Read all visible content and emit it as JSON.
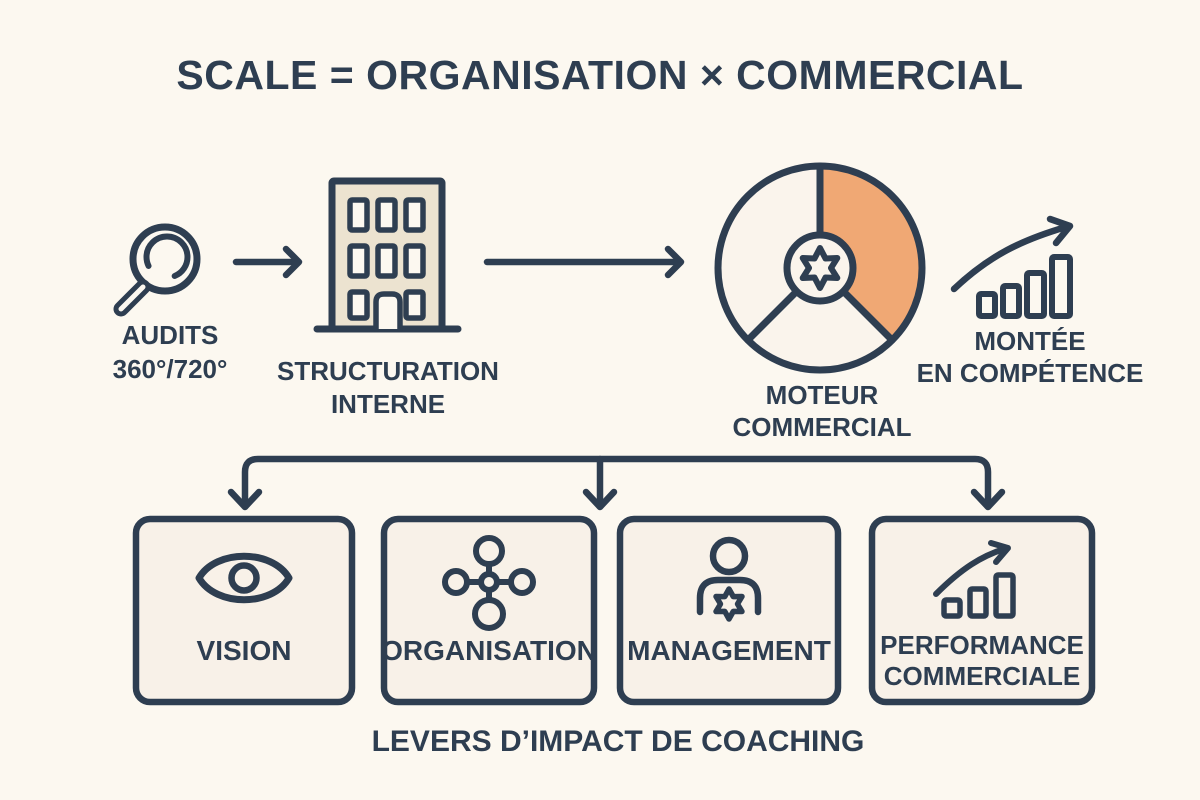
{
  "title": "SCALE = ORGANISATION × COMMERCIAL",
  "flow": [
    {
      "line1": "AUDITS",
      "line2": "360°/720°",
      "icon": "magnifier-icon"
    },
    {
      "line1": "STRUCTURATION",
      "line2": "INTERNE",
      "icon": "building-icon"
    },
    {
      "line1": "MOTEUR",
      "line2": "COMMERCIAL",
      "icon": "pie-wheel-gear-icon"
    },
    {
      "line1": "MONTÉE",
      "line2": "EN COMPÉTENCE",
      "icon": "rising-bars-arrow-icon"
    }
  ],
  "levers": [
    {
      "line1": "VISION",
      "line2": "",
      "icon": "eye-icon"
    },
    {
      "line1": "ORGANISATION",
      "line2": "",
      "icon": "network-cross-icon"
    },
    {
      "line1": "MANAGEMENT",
      "line2": "",
      "icon": "person-gear-icon"
    },
    {
      "line1": "PERFORMANCE",
      "line2": "COMMERCIALE",
      "icon": "rising-bars-arrow-icon"
    }
  ],
  "footer": "LEVERS D’IMPACT DE COACHING",
  "colors": {
    "background": "#fcf8f0",
    "ink": "#2e3e51",
    "accent_orange": "#f0a874",
    "card_fill": "#f8f1e8",
    "building_fill": "#ece3d0",
    "wheel_fill": "#faf4ec"
  }
}
